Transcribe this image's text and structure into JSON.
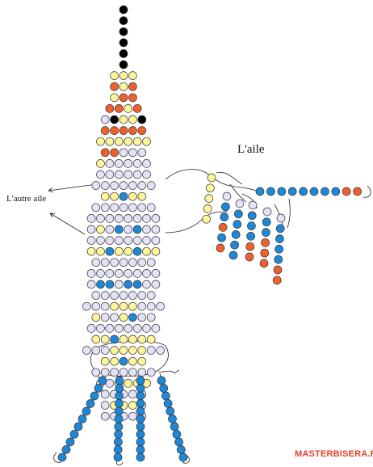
{
  "labels": {
    "wing": "L'aile",
    "other_wing": "L'autre aile"
  },
  "watermark": "MASTERBISERA.RU",
  "colors": {
    "black": "#000000",
    "yellow": "#fff59a",
    "orange": "#f0602c",
    "lilac": "#e4e2f7",
    "blue": "#1e88d8",
    "outline": "#333333",
    "thread": "#222222"
  },
  "legend_codes": {
    "k": "black",
    "y": "yellow",
    "o": "orange",
    "l": "lilac",
    "b": "blue"
  },
  "body_pattern": [
    "k",
    "k",
    "k",
    "k",
    "k",
    "k",
    "yyy",
    "oyo",
    "yoo",
    "ooyo",
    "lkyyk",
    "ooooo",
    "yyyyyy",
    "oolll",
    "ylllll",
    "llllll",
    "lllllll",
    "yybyy",
    "lllllll",
    "llllllll",
    "lylblbll",
    "llllllll",
    "yybyybyy",
    "lllllll",
    "llllllll",
    "lbblbbll",
    "lllllll",
    "lllyyylll",
    "yllybll",
    "llllllll",
    "yybyyyy",
    "lllyyyyll",
    "yybyy",
    "lllllll",
    "llyyyy",
    "lllll",
    "lyyyl",
    "lllll"
  ],
  "wing_strands": [
    "yyyyy",
    "lbbobo",
    "lbbbbb",
    "lbbboo",
    "lbbooo",
    "lbbbboo"
  ],
  "wing_arm": "bbbbbbbboo",
  "tail_strands": [
    "bbbbbbbbbbb",
    "bbbbbbbbbbb",
    "bbbbbbbbbbb",
    "bbbbbbbbbbb"
  ]
}
